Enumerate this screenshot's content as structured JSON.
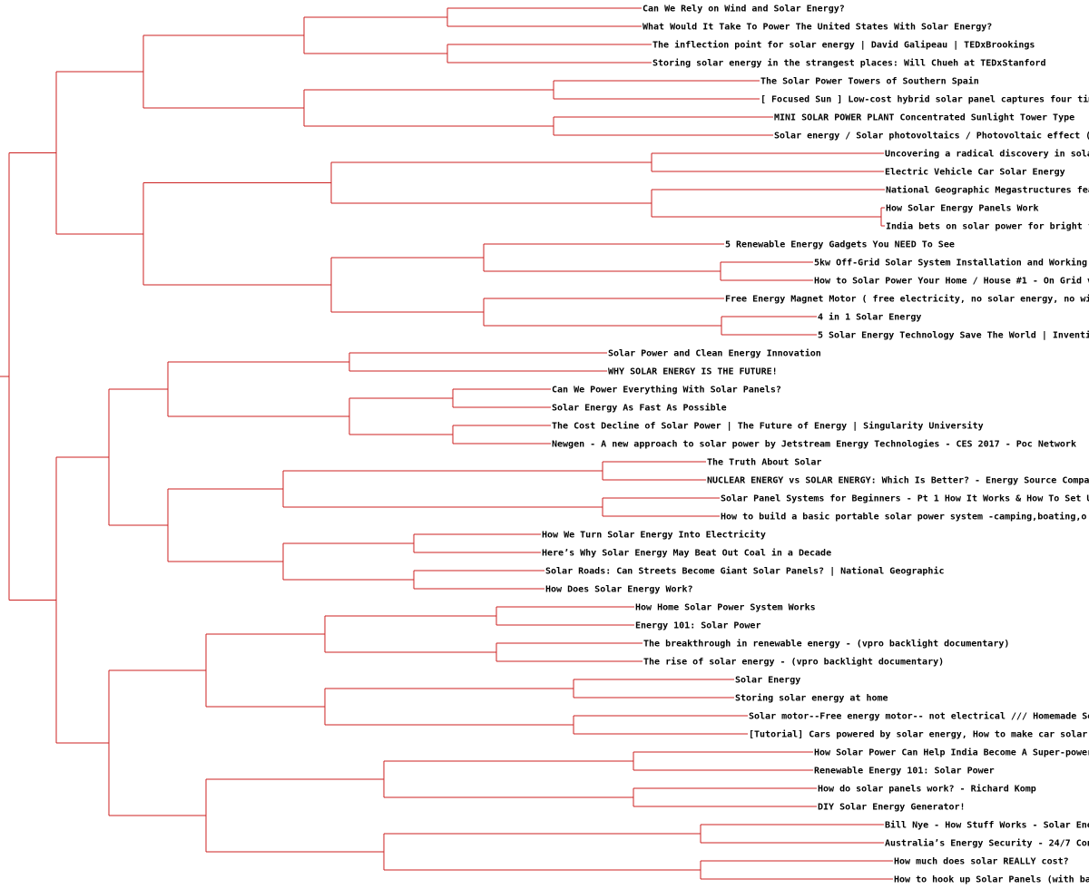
{
  "colors": {
    "line": "#cc2222",
    "text": "#000000",
    "background": "#ffffff"
  },
  "tree": {
    "kids": [
      {
        "kids": [
          {
            "kids": [
              {
                "kids": [
                  {
                    "kids": [
                      {
                        "leaf": 0
                      },
                      {
                        "leaf": 1
                      }
                    ]
                  },
                  {
                    "kids": [
                      {
                        "leaf": 2
                      },
                      {
                        "leaf": 3
                      }
                    ]
                  }
                ]
              },
              {
                "kids": [
                  {
                    "kids": [
                      {
                        "leaf": 4
                      },
                      {
                        "leaf": 5
                      }
                    ]
                  },
                  {
                    "kids": [
                      {
                        "leaf": 6
                      },
                      {
                        "leaf": 7
                      }
                    ]
                  }
                ]
              }
            ]
          },
          {
            "kids": [
              {
                "kids": [
                  {
                    "kids": [
                      {
                        "leaf": 8
                      },
                      {
                        "leaf": 9
                      }
                    ]
                  },
                  {
                    "kids": [
                      {
                        "leaf": 10
                      },
                      {
                        "kids": [
                          {
                            "leaf": 11
                          },
                          {
                            "leaf": 12
                          }
                        ]
                      }
                    ]
                  }
                ]
              },
              {
                "kids": [
                  {
                    "kids": [
                      {
                        "leaf": 13
                      },
                      {
                        "kids": [
                          {
                            "leaf": 14
                          },
                          {
                            "leaf": 15
                          }
                        ]
                      }
                    ]
                  },
                  {
                    "kids": [
                      {
                        "leaf": 16
                      },
                      {
                        "kids": [
                          {
                            "leaf": 17
                          },
                          {
                            "leaf": 18
                          }
                        ]
                      }
                    ]
                  }
                ]
              }
            ]
          }
        ]
      },
      {
        "kids": [
          {
            "kids": [
              {
                "kids": [
                  {
                    "kids": [
                      {
                        "leaf": 19
                      },
                      {
                        "leaf": 20
                      }
                    ]
                  },
                  {
                    "kids": [
                      {
                        "kids": [
                          {
                            "leaf": 21
                          },
                          {
                            "leaf": 22
                          }
                        ]
                      },
                      {
                        "kids": [
                          {
                            "leaf": 23
                          },
                          {
                            "leaf": 24
                          }
                        ]
                      }
                    ]
                  }
                ]
              },
              {
                "kids": [
                  {
                    "kids": [
                      {
                        "kids": [
                          {
                            "leaf": 25
                          },
                          {
                            "leaf": 26
                          }
                        ]
                      },
                      {
                        "kids": [
                          {
                            "leaf": 27
                          },
                          {
                            "leaf": 28
                          }
                        ]
                      }
                    ]
                  },
                  {
                    "kids": [
                      {
                        "kids": [
                          {
                            "leaf": 29
                          },
                          {
                            "leaf": 30
                          }
                        ]
                      },
                      {
                        "kids": [
                          {
                            "leaf": 31
                          },
                          {
                            "leaf": 32
                          }
                        ]
                      }
                    ]
                  }
                ]
              }
            ]
          },
          {
            "kids": [
              {
                "kids": [
                  {
                    "kids": [
                      {
                        "kids": [
                          {
                            "leaf": 33
                          },
                          {
                            "leaf": 34
                          }
                        ]
                      },
                      {
                        "kids": [
                          {
                            "leaf": 35
                          },
                          {
                            "leaf": 36
                          }
                        ]
                      }
                    ]
                  },
                  {
                    "kids": [
                      {
                        "kids": [
                          {
                            "leaf": 37
                          },
                          {
                            "leaf": 38
                          }
                        ]
                      },
                      {
                        "kids": [
                          {
                            "leaf": 39
                          },
                          {
                            "leaf": 40
                          }
                        ]
                      }
                    ]
                  }
                ]
              },
              {
                "kids": [
                  {
                    "kids": [
                      {
                        "kids": [
                          {
                            "leaf": 41
                          },
                          {
                            "leaf": 42
                          }
                        ]
                      },
                      {
                        "kids": [
                          {
                            "leaf": 43
                          },
                          {
                            "leaf": 44
                          }
                        ]
                      }
                    ]
                  },
                  {
                    "kids": [
                      {
                        "kids": [
                          {
                            "leaf": 45
                          },
                          {
                            "leaf": 46
                          }
                        ]
                      },
                      {
                        "kids": [
                          {
                            "leaf": 47
                          },
                          {
                            "leaf": 48
                          }
                        ]
                      }
                    ]
                  }
                ]
              }
            ]
          }
        ]
      }
    ]
  },
  "labels": [
    "Can We Rely on Wind and Solar Energy?",
    "What Would It Take To Power The United States With Solar Energy?",
    "The inflection point for solar energy | David Galipeau | TEDxBrookings",
    "Storing solar energy in the strangest places: Will Chueh at TEDxStanford",
    "The Solar Power Towers of Southern Spain",
    "[ Focused Sun ] Low-cost hybrid solar panel captures four times",
    "MINI SOLAR POWER PLANT Concentrated Sunlight Tower Type",
    "Solar energy / Solar photovoltaics / Photovoltaic effect (",
    "Uncovering a radical discovery in sola",
    "Electric Vehicle Car Solar Energy",
    "National Geographic Megastructures fea",
    "How Solar Energy Panels Work",
    "India bets on solar power for bright f",
    "5 Renewable Energy Gadgets You NEED To See",
    "5kw Off-Grid Solar System Installation and Working",
    "How to Solar Power Your Home / House #1 - On Grid v",
    "Free Energy Magnet Motor ( free electricity, no solar energy, no wi",
    "4 in 1 Solar Energy",
    "5 Solar Energy Technology Save The World | Inventi",
    "Solar Power and Clean Energy Innovation",
    "WHY SOLAR ENERGY IS THE FUTURE!",
    "Can We Power Everything With Solar Panels?",
    "Solar Energy As Fast As Possible",
    "The Cost Decline of Solar Power | The Future of Energy | Singularity University",
    "Newgen - A new approach to solar power by Jetstream Energy Technologies - CES 2017 - Poc Network",
    "The Truth About Solar",
    "NUCLEAR ENERGY vs SOLAR ENERGY: Which Is Better? - Energy Source Compar",
    "Solar Panel Systems for Beginners - Pt 1 How It Works & How To Set U",
    "How to build  a basic portable solar power system -camping,boating,o",
    "How We Turn Solar Energy Into Electricity",
    "Here’s Why Solar Energy May Beat Out Coal in a Decade",
    "Solar Roads: Can Streets Become Giant Solar Panels? | National Geographic",
    "How Does Solar Energy Work?",
    "How Home Solar Power System Works",
    "Energy 101: Solar Power",
    "The breakthrough in renewable energy  - (vpro backlight documentary)",
    "The rise of solar energy - (vpro backlight documentary)",
    "Solar Energy",
    "Storing solar energy at home",
    "Solar motor--Free energy motor-- not electrical /// Homemade So",
    "[Tutorial] Cars powered by solar energy, How to make car solar",
    "How Solar Power Can Help India Become A Super-power",
    "Renewable Energy 101: Solar Power",
    "How do solar panels work? - Richard Komp",
    "DIY Solar Energy Generator!",
    "Bill Nye - How Stuff Works - Solar Ene",
    "Australia’s Energy Security - 24/7 Con",
    "How much does solar REALLY cost?",
    "How to hook up Solar Panels (with ba"
  ]
}
